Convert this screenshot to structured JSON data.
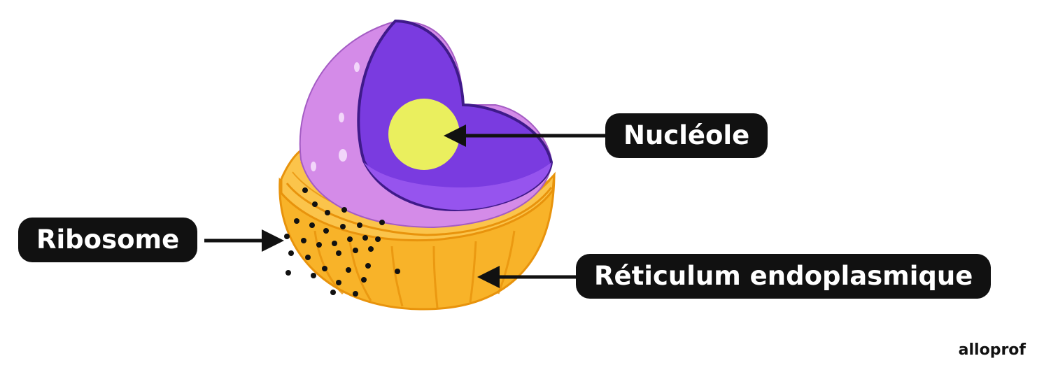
{
  "labels": {
    "nucleole": "Nucléole",
    "ribosome": "Ribosome",
    "reticulum": "Réticulum endoplasmique"
  },
  "brand": "alloprof",
  "colors": {
    "nuclear_envelope": "#d48be8",
    "nucleoplasm": "#7a3be0",
    "nucleoplasm_light": "#9654ee",
    "nucleolus": "#eaef5e",
    "reticulum": "#f8b329",
    "reticulum_dark": "#e8930c",
    "ribosome": "#111111",
    "label_bg": "#111111",
    "label_text": "#ffffff"
  }
}
